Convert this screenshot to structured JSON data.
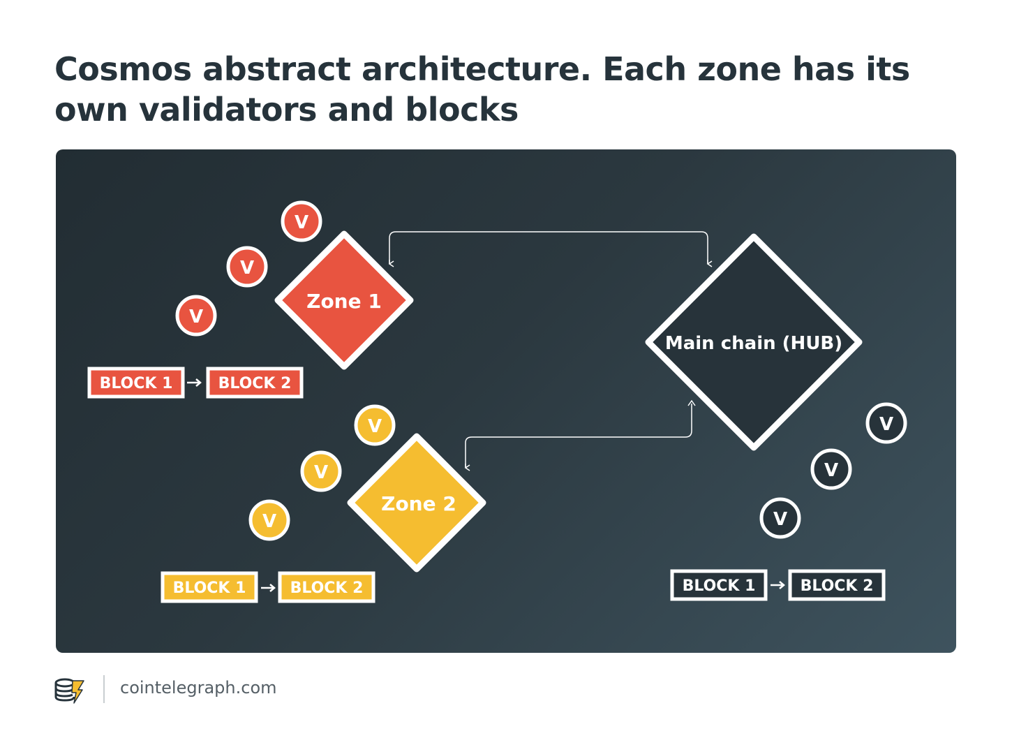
{
  "title": "Cosmos abstract architecture. Each zone has its own validators and blocks",
  "colors": {
    "zone1": "#e85440",
    "zone2": "#f5bd30",
    "hub": "#27333a",
    "outline": "#ffffff"
  },
  "zones": [
    {
      "label": "Zone 1",
      "validators": [
        "V",
        "V",
        "V"
      ],
      "blocks": [
        "BLOCK 1",
        "BLOCK 2"
      ]
    },
    {
      "label": "Zone 2",
      "validators": [
        "V",
        "V",
        "V"
      ],
      "blocks": [
        "BLOCK 1",
        "BLOCK 2"
      ]
    },
    {
      "label": "Main chain (HUB)",
      "validators": [
        "V",
        "V",
        "V"
      ],
      "blocks": [
        "BLOCK 1",
        "BLOCK 2"
      ]
    }
  ],
  "footer": {
    "logo_icon": "cointelegraph-logo-icon",
    "site": "cointelegraph.com"
  }
}
